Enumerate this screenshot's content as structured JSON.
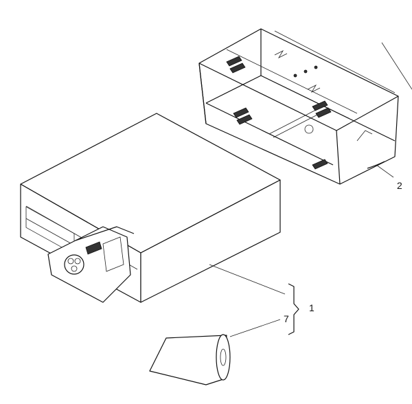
{
  "diagram": {
    "callouts": [
      {
        "id": "label-1",
        "text": "1"
      },
      {
        "id": "label-2",
        "text": "2"
      },
      {
        "id": "label-7",
        "text": "7"
      }
    ],
    "parts": [
      "unit-housing",
      "mounting-cradle",
      "connector",
      "paper-roll"
    ]
  }
}
